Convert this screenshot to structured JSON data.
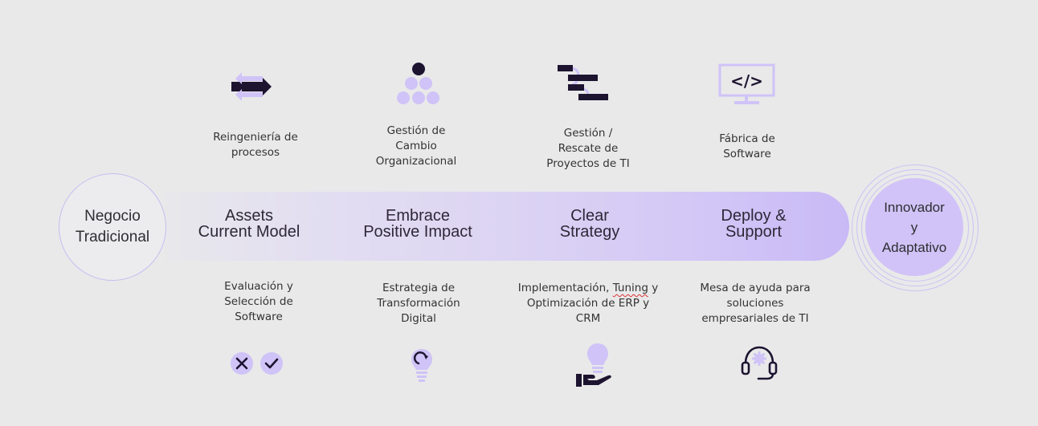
{
  "colors": {
    "background": "#e9e9ea",
    "accent_light": "#cfc3f7",
    "accent_dark": "#1d1430",
    "ring": "#cdc2f3"
  },
  "start_node": {
    "label": "Negocio\nTradicional"
  },
  "end_node": {
    "label": "Innovador\ny\nAdaptativo"
  },
  "stages": [
    {
      "line1": "Assets",
      "line2": "Current Model"
    },
    {
      "line1": "Embrace",
      "line2": "Positive Impact"
    },
    {
      "line1": "Clear",
      "line2": "Strategy"
    },
    {
      "line1": "Deploy &",
      "line2": "Support"
    }
  ],
  "top_services": [
    {
      "label": "Reingeniería de\nprocesos",
      "icon": "process-reengineering-arrows-icon"
    },
    {
      "label": "Gestión de\nCambio\nOrganizacional",
      "icon": "people-pyramid-icon"
    },
    {
      "label": "Gestión /\nRescate de\nProyectos de TI",
      "icon": "gantt-chart-icon"
    },
    {
      "label": "Fábrica de\nSoftware",
      "icon": "code-monitor-icon"
    }
  ],
  "bottom_services": [
    {
      "label": "Evaluación y\nSelección de\nSoftware",
      "icon": "reject-approve-icon"
    },
    {
      "label": "Estrategia de\nTransformación\nDigital",
      "icon": "lightbulb-refresh-icon"
    },
    {
      "label_part1": "Implementación, ",
      "label_underlined": "Tuning",
      "label_part2": " y\nOptimización de ERP y\nCRM",
      "icon": "hand-lightbulb-icon"
    },
    {
      "label": "Mesa de ayuda para\nsoluciones\nempresariales de TI",
      "icon": "support-headset-icon"
    }
  ]
}
